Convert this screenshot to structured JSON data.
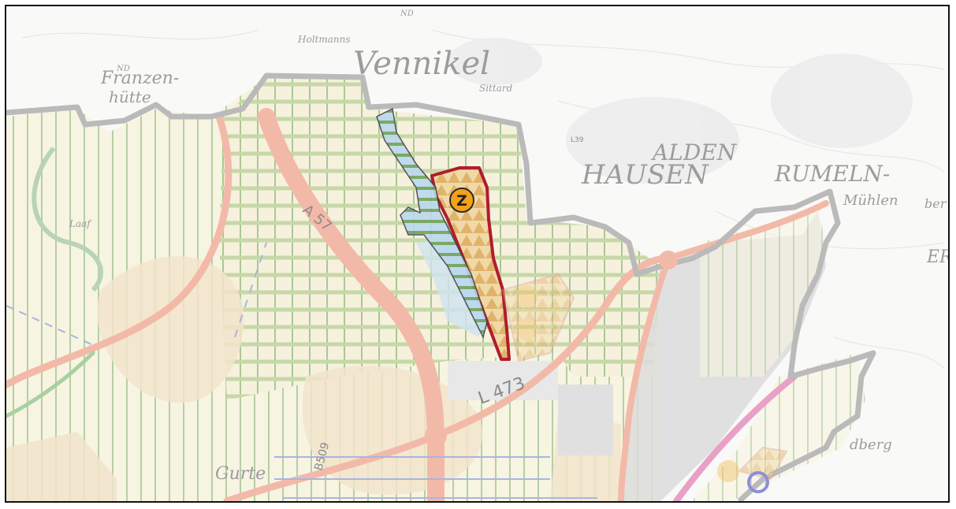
{
  "map": {
    "places": {
      "vennikel": "Vennikel",
      "franzen": "Franzen-",
      "huette": "hütte",
      "holtmanns": "Holtmanns",
      "laaf": "Laaf",
      "nd1": "ND",
      "nd2": "ND",
      "sittard": "Sittard",
      "hausen": "HAUSEN",
      "alden": "ALDEN",
      "rumeln": "RUMELN-",
      "muehlen": "Mühlen",
      "ber": "ber",
      "er": "ER",
      "oberg": "dberg",
      "gurte": "Gurte"
    },
    "roads": {
      "a57": "A 57",
      "l473": "L 473",
      "b509": "B509",
      "l39": "L39"
    },
    "marker": {
      "letter": "Z"
    },
    "colors": {
      "boundary": "#b9b9b9",
      "road": "#f2b8a8",
      "hatch": "#b9d3a8",
      "settlement": "#f2e3cc",
      "industrial": "#d6d6d6",
      "water": "#bfd9ee",
      "zone_border": "#b01c2e",
      "zone_fill": "#f1d6a4",
      "marker": "#f4a21a"
    }
  }
}
